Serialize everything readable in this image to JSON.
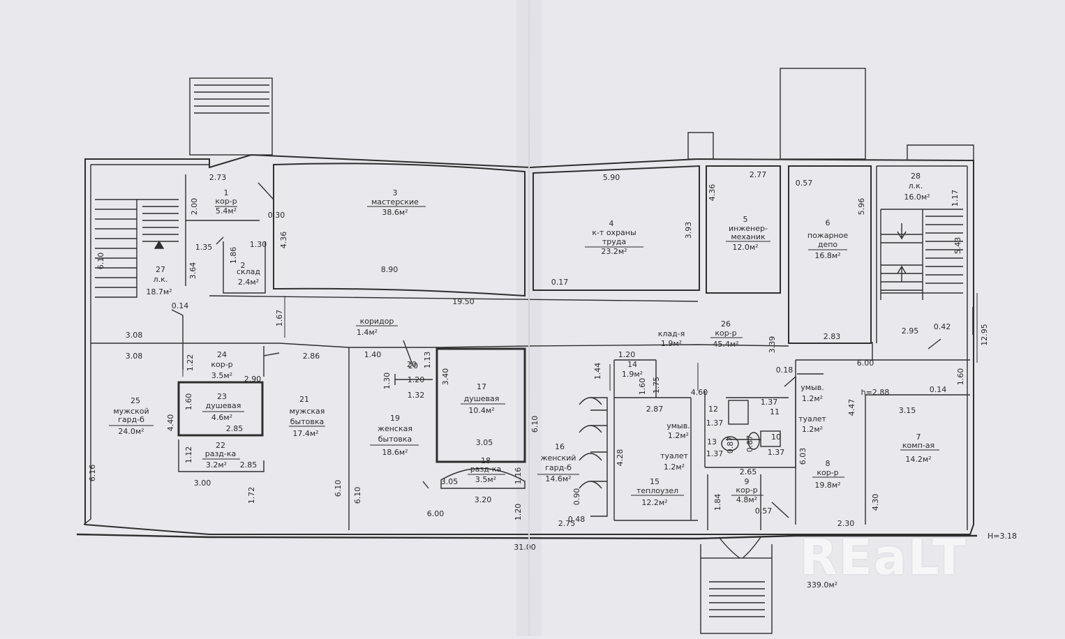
{
  "rooms": [
    {
      "n": "1",
      "name": "кор-р",
      "area": "5.4м²"
    },
    {
      "n": "2",
      "name": "склад",
      "area": "2.4м²"
    },
    {
      "n": "3",
      "name": "мастерские",
      "area": "38.6м²"
    },
    {
      "n": "4",
      "name": "к-т охраны",
      "name2": "труда",
      "area": "23.2м²"
    },
    {
      "n": "5",
      "name": "инженер-",
      "name2": "механик",
      "area": "12.0м²"
    },
    {
      "n": "6",
      "name": "пожарное",
      "name2": "депо",
      "area": "16.8м²"
    },
    {
      "n": "7",
      "name": "комп-ая",
      "area": "14.2м²"
    },
    {
      "n": "8",
      "name": "кор-р",
      "area": "19.8м²"
    },
    {
      "n": "9",
      "name": "кор-р",
      "area": "4.8м²"
    },
    {
      "n": "10",
      "name": "туалет",
      "area": "1.2м²"
    },
    {
      "n": "11",
      "name": "умыв.",
      "area": "1.2м²"
    },
    {
      "n": "12",
      "name": "умыв.",
      "area": "1.2м²"
    },
    {
      "n": "13",
      "name": "туалет",
      "area": "1.2м²"
    },
    {
      "n": "14",
      "name": "клад-я",
      "area": "1.9м²"
    },
    {
      "n": "15",
      "name": "теплоузел",
      "area": "12.2м²"
    },
    {
      "n": "16",
      "name": "женский",
      "name2": "гард-б",
      "area": "14.6м²"
    },
    {
      "n": "17",
      "name": "душевая",
      "area": "10.4м²"
    },
    {
      "n": "18",
      "name": "разд-ка",
      "area": "3.5м²"
    },
    {
      "n": "19",
      "name": "женская",
      "name2": "бытовка",
      "area": "18.6м²"
    },
    {
      "n": "20",
      "name": "коридор",
      "area": "1.4м²"
    },
    {
      "n": "21",
      "name": "мужская",
      "name2": "бытовка",
      "area": "17.4м²"
    },
    {
      "n": "22",
      "name": "разд-ка",
      "area": "3.2м²"
    },
    {
      "n": "23",
      "name": "душевая",
      "area": "4.6м²"
    },
    {
      "n": "24",
      "name": "кор-р",
      "area": "3.5м²"
    },
    {
      "n": "25",
      "name": "мужской",
      "name2": "гард-б",
      "area": "24.0м²"
    },
    {
      "n": "26",
      "name": "кор-р",
      "area": "45.4м²"
    },
    {
      "n": "27",
      "name": "л.к.",
      "area": "18.7м²"
    },
    {
      "n": "28",
      "name": "л.к.",
      "area": "16.0м²"
    }
  ],
  "extras": {
    "clad_area": "1.9м²",
    "h_room": "h=2.88",
    "h_total": "H=3.18",
    "total_area": "339.0м²"
  },
  "dims": [
    "2.73",
    "2.00",
    "0.30",
    "4.36",
    "1.35",
    "1.86",
    "1.30",
    "3.64",
    "0.14",
    "6.10",
    "8.90",
    "5.90",
    "3.93",
    "4.36",
    "2.77",
    "0.57",
    "5.96",
    "1.17",
    "5.43",
    "0.17",
    "19.50",
    "1.67",
    "3.08",
    "3.08",
    "1.22",
    "2.90",
    "2.86",
    "1.40",
    "20",
    "1.13",
    "1.30",
    "1.20",
    "1.32",
    "3.40",
    "1.44",
    "1.20",
    "1.60",
    "1.75",
    "2.87",
    "4.60",
    "3.39",
    "0.18",
    "1.37",
    "1.37",
    "1.37",
    "0.87",
    "0.87",
    "2.83",
    "2.95",
    "0.42",
    "12.95",
    "6.00",
    "1.60",
    "0.14",
    "3.15",
    "4.47",
    "1.60",
    "4.40",
    "2.85",
    "1.12",
    "2.85",
    "3.00",
    "6.16",
    "1.72",
    "6.10",
    "6.10",
    "3.05",
    "3.05",
    "1.16",
    "3.20",
    "6.00",
    "6.10",
    "1.20",
    "0.90",
    "0.48",
    "2.75",
    "4.28",
    "2.65",
    "1.84",
    "0.57",
    "6.03",
    "2.30",
    "4.30",
    "31.00",
    "1.37"
  ],
  "watermark": "REaLT"
}
